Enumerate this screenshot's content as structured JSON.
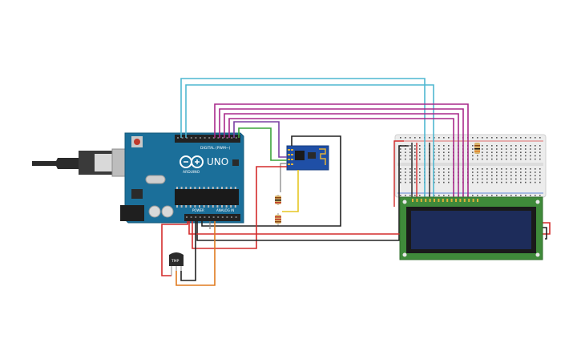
{
  "arduino": {
    "model": "UNO",
    "brand": "ARDUINO",
    "digital_label": "DIGITAL (PWM~)",
    "power_label": "POWER",
    "analog_label": "ANALOG IN",
    "board_color": "#1b6f9a"
  },
  "sensor": {
    "label": "TMP"
  },
  "lcd": {
    "screen_color": "#1d2c5a",
    "pcb_color": "#3f8a3a"
  },
  "wires": {
    "colors": [
      "#4fb7d1",
      "#a8298b",
      "#3aa33a",
      "#7a3fa3",
      "#d42b2b",
      "#222222",
      "#e6c623",
      "#e07a1e"
    ]
  }
}
